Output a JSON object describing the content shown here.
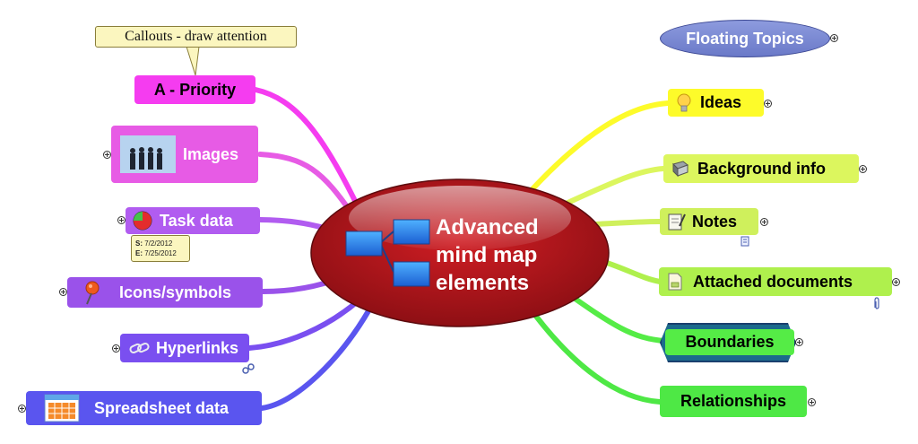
{
  "central": {
    "lines": [
      "Advanced",
      "mind map",
      "elements"
    ]
  },
  "callout": {
    "label": "Callouts - draw attention"
  },
  "floating": {
    "label": "Floating Topics"
  },
  "left_topics": [
    {
      "id": "priority",
      "label": "A - Priority",
      "color": "#f53cf0"
    },
    {
      "id": "images",
      "label": "Images",
      "color": "#e75be5"
    },
    {
      "id": "task",
      "label": "Task data",
      "color": "#b15cf0"
    },
    {
      "id": "icons",
      "label": "Icons/symbols",
      "color": "#9a52ea"
    },
    {
      "id": "hyperlinks",
      "label": "Hyperlinks",
      "color": "#7a4ff0"
    },
    {
      "id": "spreadsheet",
      "label": "Spreadsheet data",
      "color": "#5a55ef"
    }
  ],
  "right_topics": [
    {
      "id": "ideas",
      "label": "Ideas",
      "color": "#fdfb2a"
    },
    {
      "id": "background",
      "label": "Background info",
      "color": "#dcf65e"
    },
    {
      "id": "notes",
      "label": "Notes",
      "color": "#cff05c"
    },
    {
      "id": "attached",
      "label": "Attached documents",
      "color": "#aff04d"
    },
    {
      "id": "boundaries",
      "label": "Boundaries",
      "color": "#55ec46"
    },
    {
      "id": "relationships",
      "label": "Relationships",
      "color": "#4ee845"
    }
  ],
  "task_dates": {
    "start_label": "S:",
    "start": "7/2/2012",
    "end_label": "E:",
    "end": "7/25/2012"
  },
  "icons": {
    "ideas": "lightbulb-icon",
    "background": "book-icon",
    "notes": "notepad-icon",
    "attached": "document-icon",
    "task": "progress-pie-icon",
    "icons": "pushpin-icon",
    "hyperlinks": "link-icon",
    "spreadsheet": "spreadsheet-icon",
    "images": "image-thumbnail-icon"
  }
}
